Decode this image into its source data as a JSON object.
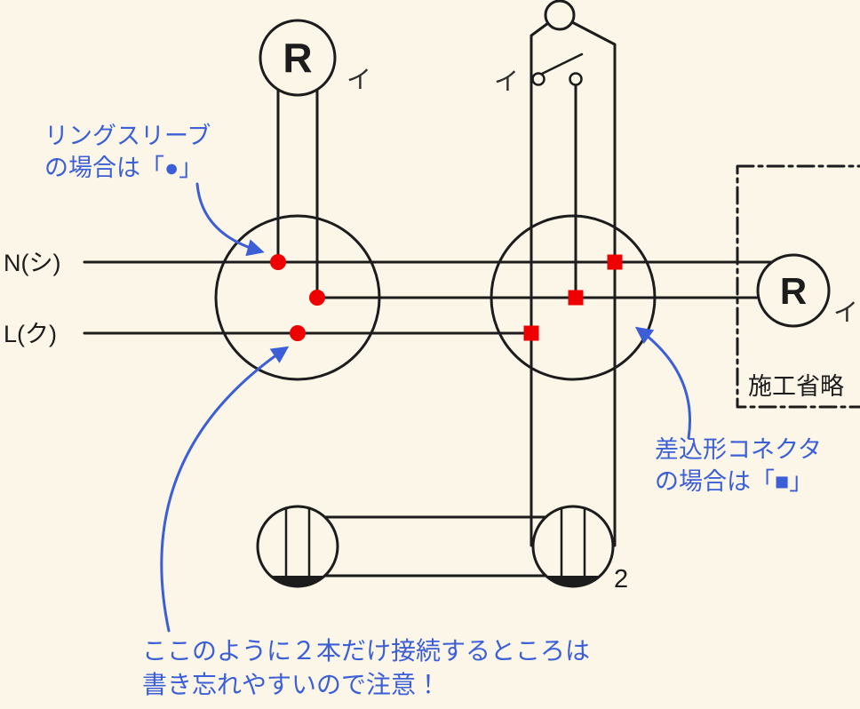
{
  "diagram": {
    "labels": {
      "neutral": "N(シ)",
      "live": "L(ク)",
      "lamp_top_left": "R",
      "lamp_right": "R",
      "circuit_top_left": "イ",
      "circuit_switch": "イ",
      "circuit_right": "イ",
      "outlet_count": "2",
      "omission": "施工省略"
    },
    "annotations": {
      "ring_sleeve": {
        "line1": "リングスリーブ",
        "line2": "の場合は「●」"
      },
      "connector": {
        "line1": "差込形コネクタ",
        "line2": "の場合は「■」"
      },
      "two_wire": {
        "line1": "ここのように２本だけ接続するところは",
        "line2": "書き忘れやすいので注意！"
      }
    },
    "colors": {
      "background": "#FBF6E8",
      "wire": "#1C1C1C",
      "mark": "#EE0000",
      "annotation": "#3C5FD7"
    }
  }
}
